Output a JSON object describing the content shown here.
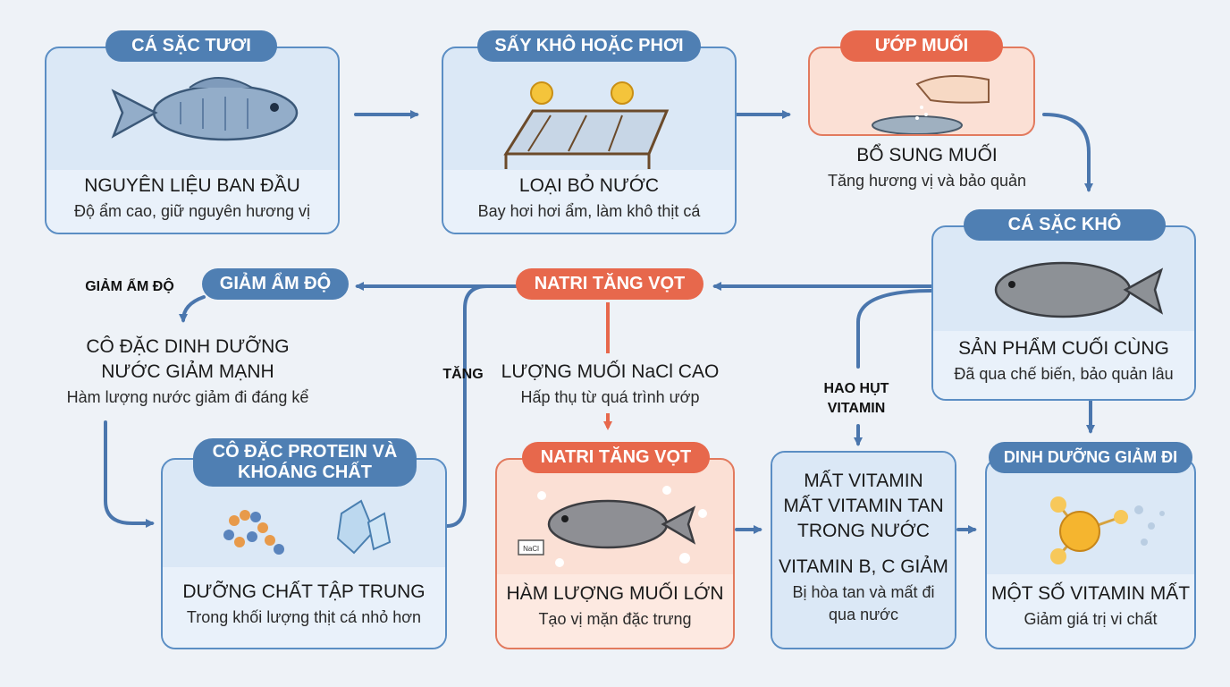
{
  "nodes": {
    "fresh": {
      "title": "CÁ SẶC TƯƠI",
      "heading": "NGUYÊN LIỆU BAN ĐẦU",
      "sub": "Độ ẩm cao, giữ nguyên hương vị"
    },
    "dry": {
      "title": "SẤY KHÔ HOẶC PHƠI",
      "heading": "LOẠI BỎ NƯỚC",
      "sub": "Bay hơi hơi ẩm, làm khô thịt cá"
    },
    "salt": {
      "title": "ƯỚP MUỐI",
      "heading": "BỔ SUNG MUỐI",
      "sub": "Tăng hương vị và bảo quản"
    },
    "dried": {
      "title": "CÁ SẶC KHÔ",
      "heading": "SẢN PHẨM CUỐI CÙNG",
      "sub": "Đã qua chế biến, bảo quản lâu"
    },
    "moisture": {
      "title": "GIẢM ẨM ĐỘ",
      "heading1": "CÔ ĐẶC DINH DƯỠNG",
      "heading2": "NƯỚC GIẢM MẠNH",
      "sub": "Hàm lượng nước giảm đi đáng kể"
    },
    "sodium": {
      "title": "NATRI TĂNG VỌT",
      "heading": "LƯỢNG MUỐI NaCl CAO",
      "sub": "Hấp thụ từ quá trình ướp"
    },
    "protein": {
      "title": "CÔ ĐẶC PROTEIN VÀ KHOÁNG CHẤT",
      "heading": "DƯỠNG CHẤT TẬP TRUNG",
      "sub": "Trong khối lượng thịt cá nhỏ hơn"
    },
    "sodium2": {
      "title": "NATRI TĂNG VỌT",
      "heading": "HÀM LƯỢNG MUỐI LỚN",
      "sub": "Tạo vị mặn đặc trưng",
      "bag_label": "NaCl"
    },
    "vitamin_loss": {
      "heading1": "MẤT VITAMIN",
      "heading2": "MẤT VITAMIN TAN",
      "heading3": "TRONG NƯỚC",
      "heading4": "VITAMIN B, C GIẢM",
      "sub1": "Bị hòa tan và mất đi",
      "sub2": "qua nước"
    },
    "nutrition": {
      "title": "DINH DƯỠNG GIẢM ĐI",
      "heading": "MỘT SỐ VITAMIN MẤT",
      "sub": "Giảm giá trị vi chất"
    }
  },
  "labels": {
    "moisture_side": "GIẢM ẨM ĐỘ",
    "increase": "TĂNG",
    "vitamin_loss1": "HAO HỤT",
    "vitamin_loss2": "VITAMIN"
  },
  "colors": {
    "blue": "#4f7fb3",
    "red": "#e7684c"
  }
}
